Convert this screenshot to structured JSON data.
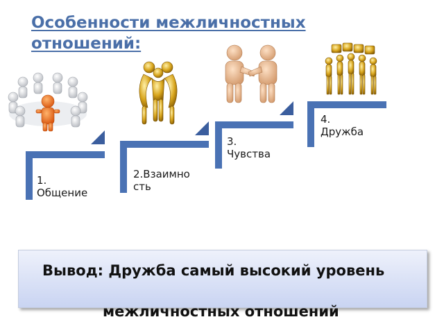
{
  "title": {
    "line1": "Особенности межличностных",
    "line2": "отношений:"
  },
  "steps": [
    {
      "label_line1": "1.",
      "label_line2": "Общение"
    },
    {
      "label_line1": "2.Взаимно",
      "label_line2": "сть"
    },
    {
      "label_line1": "3.",
      "label_line2": "Чувства"
    },
    {
      "label_line1": "4.",
      "label_line2": "Дружба"
    }
  ],
  "illustrations": [
    "people-circle-icon",
    "golden-figures-embrace-icon",
    "handshake-icon",
    "puzzle-team-icon"
  ],
  "conclusion": {
    "line1": "Вывод: Дружба самый высокий уровень",
    "line2": "межличностных отношений"
  },
  "colors": {
    "title": "#4a6fa8",
    "step_bar": "#4a72b4",
    "step_corner": "#3b5e9e"
  }
}
